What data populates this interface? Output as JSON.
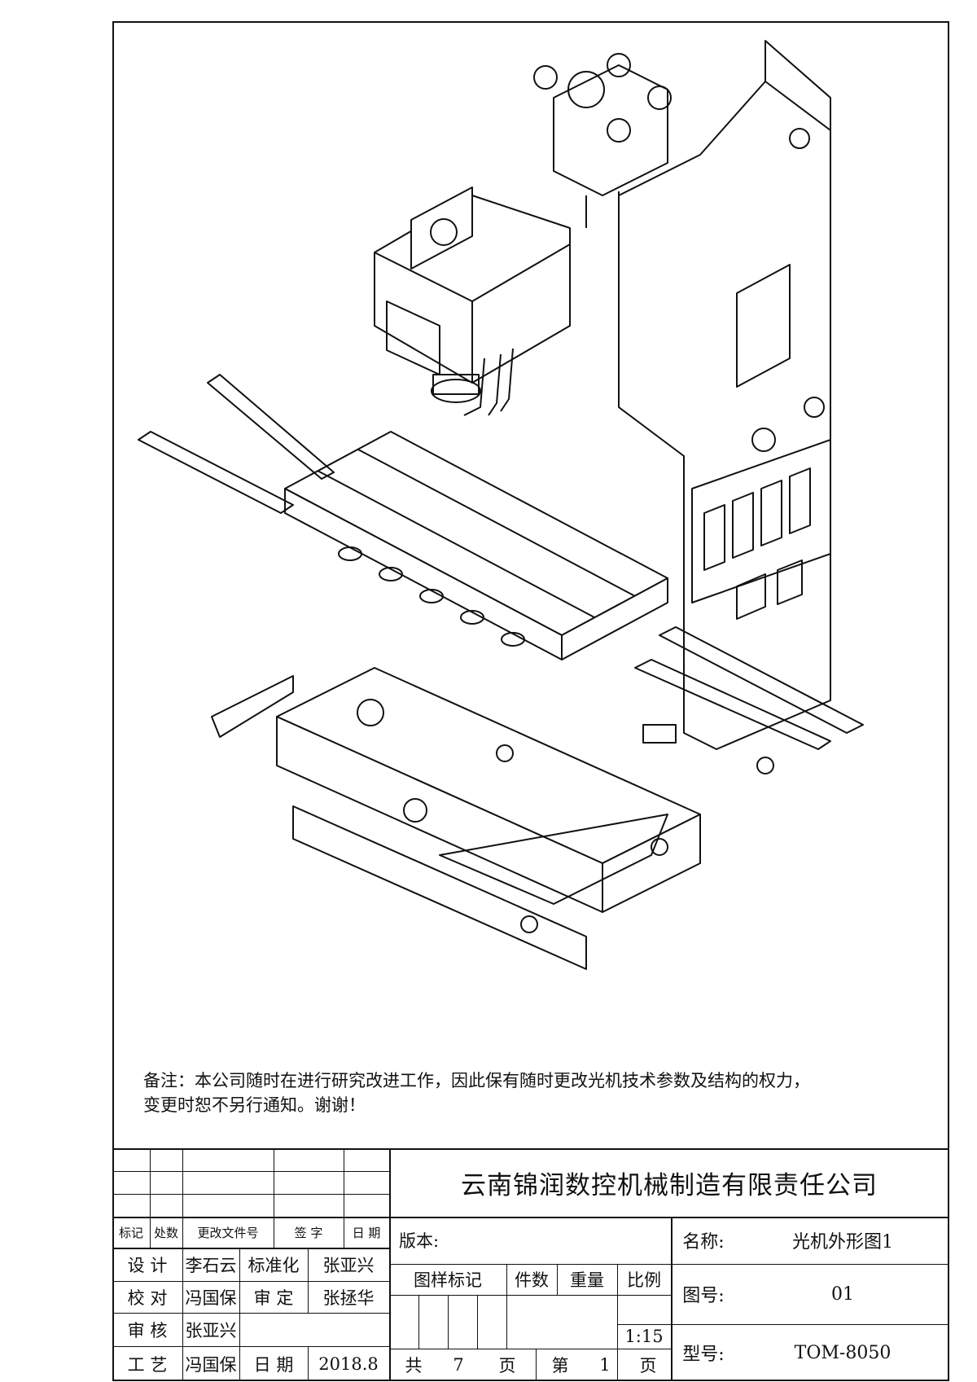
{
  "note": {
    "line1": "备注：本公司随时在进行研究改进工作，因此保有随时更改光机技术参数及结构的权力，",
    "line2": "变更时恕不另行通知。谢谢！"
  },
  "title_block": {
    "company": "云南锦润数控机械制造有限责任公司",
    "revision_header": {
      "mark": "标记",
      "count": "处数",
      "doc_no": "更改文件号",
      "sign": "签 字",
      "date": "日 期"
    },
    "rows": [
      {
        "role": "设  计",
        "name": "李石云",
        "role2": "标准化",
        "name2": "张亚兴"
      },
      {
        "role": "校  对",
        "name": "冯国保",
        "role2": "审  定",
        "name2": "张拯华"
      },
      {
        "role": "审  核",
        "name": "张亚兴",
        "role2": "",
        "name2": ""
      },
      {
        "role": "工  艺",
        "name": "冯国保",
        "role2": "日  期",
        "name2": "2018.8"
      }
    ],
    "version_label": "版本:",
    "labels": {
      "pattern_mark": "图样标记",
      "quantity": "件数",
      "weight": "重量",
      "scale": "比例"
    },
    "scale_value": "1:15",
    "sheets": {
      "total_label": "共",
      "total": "7",
      "page_unit": "页",
      "current_label": "第",
      "current": "1",
      "page_unit2": "页"
    },
    "name_label": "名称:",
    "name_value": "光机外形图1",
    "drawing_no_label": "图号:",
    "drawing_no_value": "01",
    "model_label": "型号:",
    "model_value": "TOM-8050"
  }
}
